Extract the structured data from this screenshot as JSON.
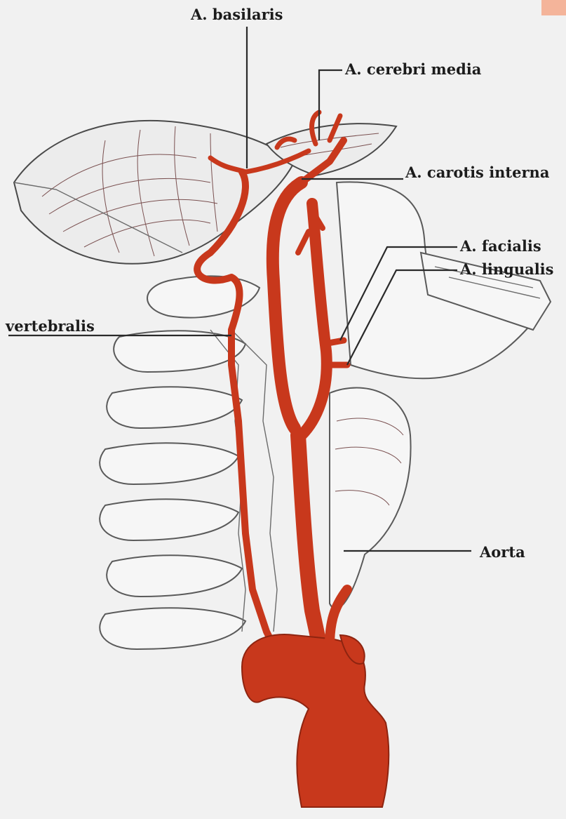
{
  "labels": {
    "basilaris": "A. basilaris",
    "cerebri_media": "A. cerebri media",
    "carotis_interna": "A. carotis interna",
    "facialis": "A. facialis",
    "lingualis": "A. lingualis",
    "vertebralis": "vertebralis",
    "aorta": "Aorta"
  },
  "colors": {
    "artery": "#c8381c",
    "background": "#f1f1f1",
    "corner_accent": "#f4b49a"
  }
}
